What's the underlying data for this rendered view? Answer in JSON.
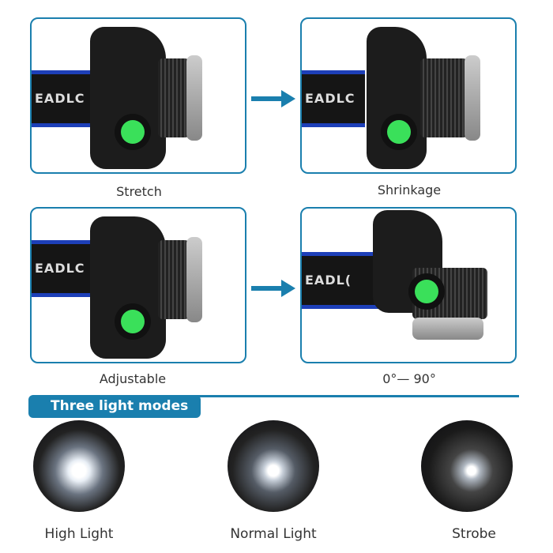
{
  "panels": [
    {
      "label": "Stretch",
      "strap_text": "EADLC"
    },
    {
      "label": "Shrinkage",
      "strap_text": "EADLC"
    },
    {
      "label": "Adjustable",
      "strap_text": "EADLC"
    },
    {
      "label": "0°— 90°",
      "strap_text": "EADL("
    }
  ],
  "arrow_icon": "right-arrow-icon",
  "accent_color": "#1a7fae",
  "section": {
    "title": "Three light modes"
  },
  "modes": [
    {
      "label": "High Light"
    },
    {
      "label": "Normal Light"
    },
    {
      "label": "Strobe"
    }
  ]
}
